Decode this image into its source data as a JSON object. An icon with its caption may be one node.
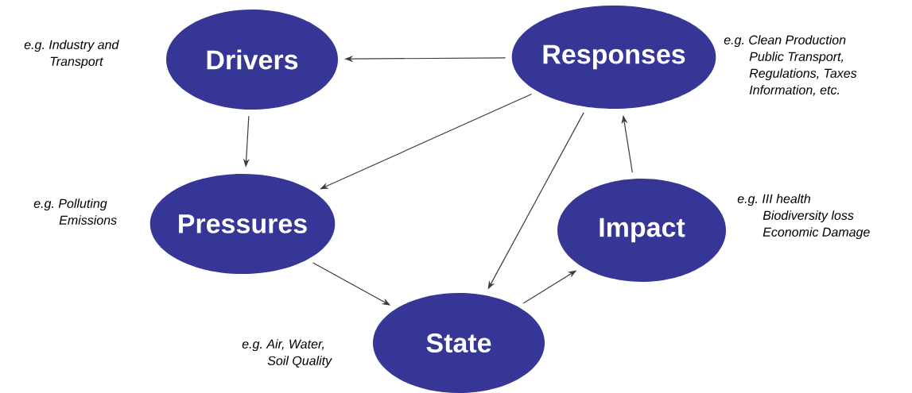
{
  "diagram": {
    "nodes": [
      {
        "text": [
          "Drivers"
        ],
        "beside": [
          "e.g. Industry and Transport"
        ]
      },
      {
        "text": [
          "Responses"
        ],
        "beside": [
          "e.g. Clean Production Public Transport, Regulations, Taxes Information, etc."
        ]
      },
      {
        "text": [
          "Pressures"
        ],
        "beside": [
          "e.g. Polluting Emissions"
        ]
      },
      {
        "text": [
          "Impact"
        ],
        "beside": [
          "e.g. III health Biodiversity loss Economic Damage"
        ]
      },
      {
        "text": [
          "State"
        ],
        "beside": [
          "e.g. Air, Water, Soil Quality"
        ]
      }
    ],
    "edges": [
      {
        "from": 1,
        "to": 0,
        "arrow": "to"
      },
      {
        "from": 0,
        "to": 2,
        "arrow": "to"
      },
      {
        "from": 1,
        "to": 2,
        "arrow": "to"
      },
      {
        "from": 1,
        "to": 4,
        "arrow": "to"
      },
      {
        "from": 2,
        "to": 4,
        "arrow": "to"
      },
      {
        "from": 4,
        "to": 3,
        "arrow": "to"
      },
      {
        "from": 3,
        "to": 1,
        "arrow": "to"
      }
    ]
  }
}
